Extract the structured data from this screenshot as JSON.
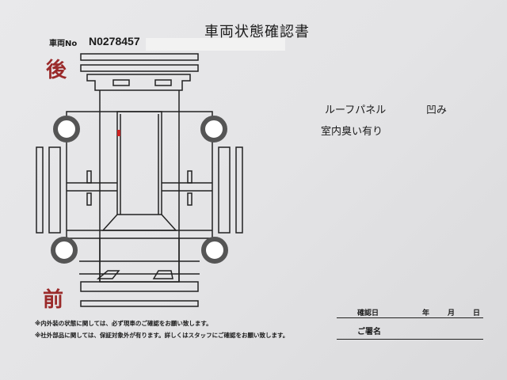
{
  "header": {
    "title": "車両状態確認書",
    "vehicle_no_label": "車両No",
    "vehicle_no": "N0278457"
  },
  "diagram": {
    "rear_label": "後",
    "front_label": "前"
  },
  "notes": {
    "item1_part": "ルーフパネル",
    "item1_condition": "凹み",
    "item2": "室内臭い有り"
  },
  "footer": {
    "disclaimer1": "※内外装の状態に関しては、必ず現車のご確認をお願い致します。",
    "disclaimer2": "※社外部品に関しては、保証対象外が有ります。詳しくはスタッフにご確認をお願い致します。",
    "confirm_date_label": "確認日",
    "year": "年",
    "month": "月",
    "day": "日",
    "signature_label": "ご署名"
  }
}
